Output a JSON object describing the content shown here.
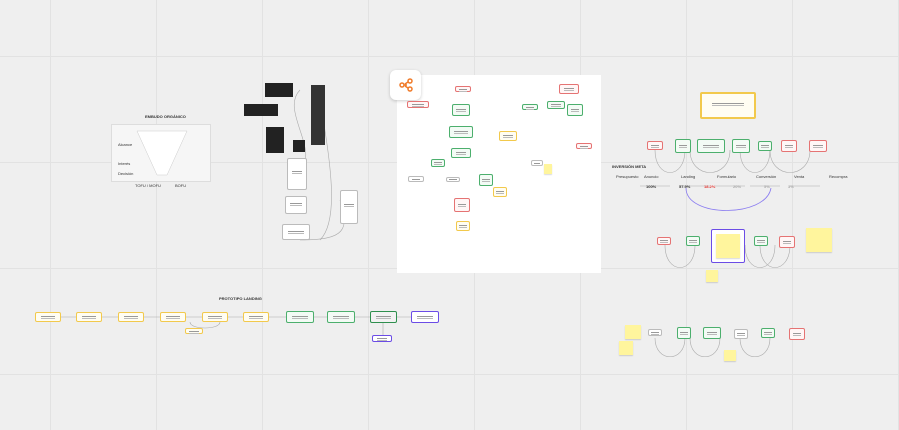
{
  "funnel": {
    "title": "EMBUDO ORGÁNICO",
    "labels": [
      "Alcance",
      "Interés",
      "Decisión"
    ],
    "footer": [
      "TOFU / MOFU",
      "BOFU"
    ]
  },
  "prototype": {
    "title": "PROTOTIPO LANDING"
  },
  "investment": {
    "title": "INVERSIÓN META",
    "row_label": "Presupuesto",
    "steps": [
      "Anuncio",
      "Landing",
      "Formulario",
      "Conversión",
      "Venta",
      "Recompra"
    ],
    "rates": [
      "100%",
      "57.9%",
      "18.2%",
      "20%",
      "5%",
      "3%"
    ],
    "rate_colors": [
      "#333333",
      "#333333",
      "#e53935",
      "#aaaaaa",
      "#aaaaaa",
      "#aaaaaa"
    ]
  },
  "board": {
    "icon": "share-nodes-icon",
    "accent": "#f07b2a"
  }
}
